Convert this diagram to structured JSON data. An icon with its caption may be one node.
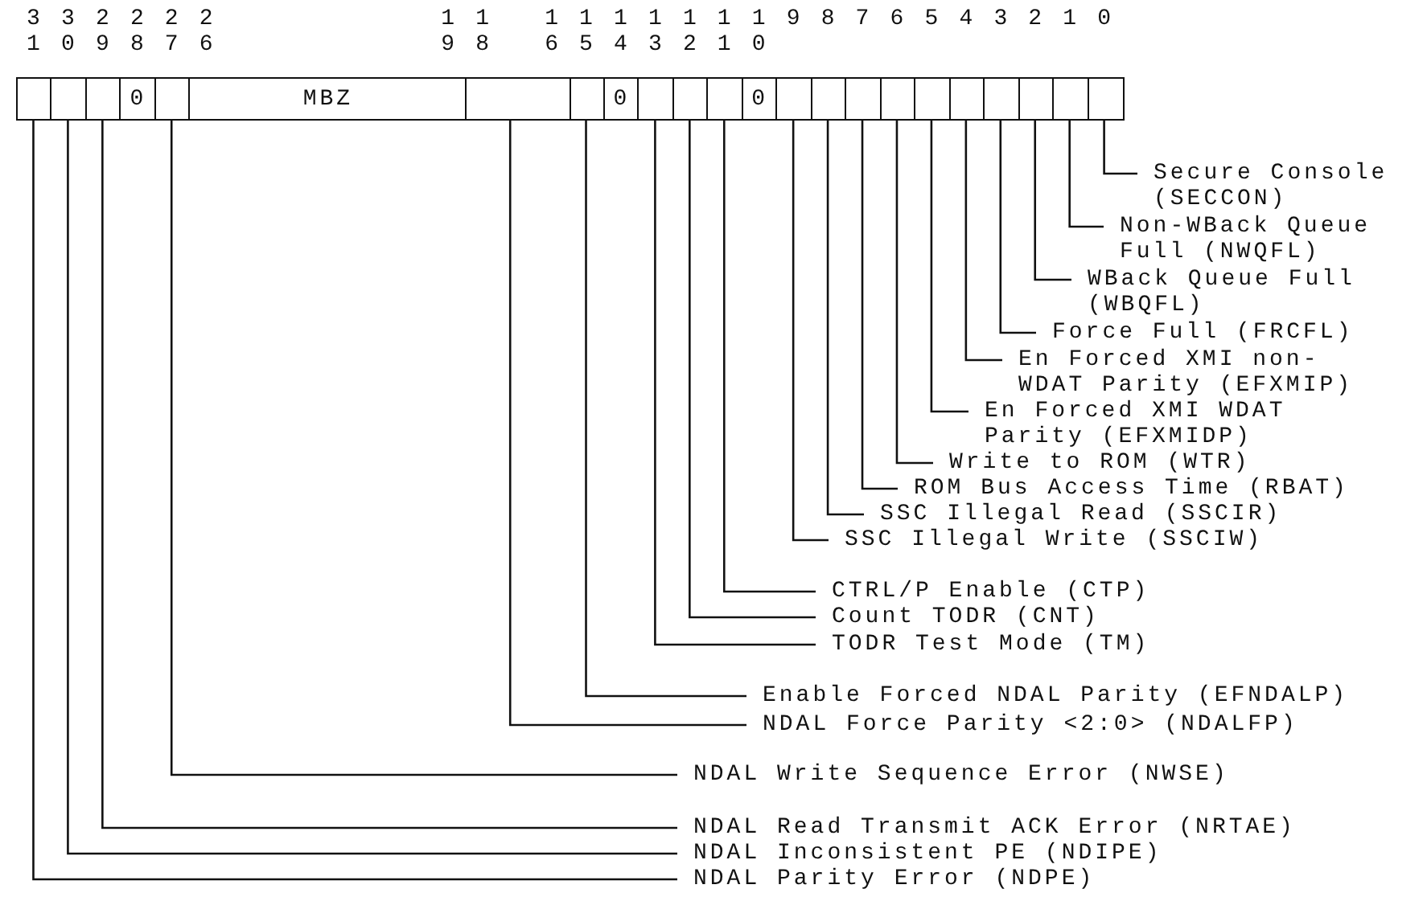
{
  "diagram": {
    "nodes": [
      {
        "text": [],
        "shape": "box"
      },
      {
        "text": [],
        "shape": "box"
      },
      {
        "text": [],
        "shape": "box"
      },
      {
        "text": [
          "0"
        ]
      },
      {
        "text": [],
        "shape": "box"
      },
      {
        "text": [
          "MBZ"
        ]
      },
      {
        "text": [],
        "shape": "box"
      },
      {
        "text": [],
        "shape": "box"
      },
      {
        "text": [
          "0"
        ]
      },
      {
        "text": [],
        "shape": "box"
      },
      {
        "text": [],
        "shape": "box"
      },
      {
        "text": [],
        "shape": "box"
      },
      {
        "text": [
          "0"
        ]
      },
      {
        "text": [],
        "shape": "box"
      },
      {
        "text": [],
        "shape": "box"
      },
      {
        "text": [],
        "shape": "box"
      },
      {
        "text": [],
        "shape": "box"
      },
      {
        "text": [],
        "shape": "box"
      },
      {
        "text": [],
        "shape": "box"
      },
      {
        "text": [],
        "shape": "box"
      },
      {
        "text": [],
        "shape": "box"
      },
      {
        "text": [],
        "shape": "box"
      },
      {
        "text": [],
        "shape": "box"
      },
      {
        "text": [
          "Secure Console (SECCON)"
        ]
      },
      {
        "text": [
          "Non-WBack Queue Full (NWQFL)"
        ]
      },
      {
        "text": [
          "WBack Queue Full (WBQFL)"
        ]
      },
      {
        "text": [
          "Force Full (FRCFL)"
        ]
      },
      {
        "text": [
          "En Forced XMI non-WDAT Parity (EFXMIP)"
        ]
      },
      {
        "text": [
          "En Forced XMI WDAT Parity (EFXMIDP)"
        ]
      },
      {
        "text": [
          "Write to ROM (WTR)"
        ]
      },
      {
        "text": [
          "ROM Bus Access Time (RBAT)"
        ]
      },
      {
        "text": [
          "SSC Illegal Read (SSCIR)"
        ]
      },
      {
        "text": [
          "SSC Illegal Write (SSCIW)"
        ]
      },
      {
        "text": [
          "CTRL/P Enable (CTP)"
        ]
      },
      {
        "text": [
          "Count TODR (CNT)"
        ]
      },
      {
        "text": [
          "TODR Test Mode (TM)"
        ]
      },
      {
        "text": [
          "Enable Forced NDAL Parity (EFNDALP)"
        ]
      },
      {
        "text": [
          "NDAL Force Parity <2:0> (NDALFP)"
        ]
      },
      {
        "text": [
          "NDAL Write Sequence Error (NWSE)"
        ]
      },
      {
        "text": [
          "NDAL Read Transmit ACK Error (NRTAE)"
        ]
      },
      {
        "text": [
          "NDAL Inconsistent PE (NDIPE)"
        ]
      },
      {
        "text": [
          "NDAL Parity Error (NDPE)"
        ]
      }
    ],
    "edges": [
      {
        "from": 22,
        "to": 23,
        "arrow": "none"
      },
      {
        "from": 21,
        "to": 24,
        "arrow": "none"
      },
      {
        "from": 20,
        "to": 25,
        "arrow": "none"
      },
      {
        "from": 19,
        "to": 26,
        "arrow": "none"
      },
      {
        "from": 18,
        "to": 27,
        "arrow": "none"
      },
      {
        "from": 17,
        "to": 28,
        "arrow": "none"
      },
      {
        "from": 16,
        "to": 29,
        "arrow": "none"
      },
      {
        "from": 15,
        "to": 30,
        "arrow": "none"
      },
      {
        "from": 14,
        "to": 31,
        "arrow": "none"
      },
      {
        "from": 13,
        "to": 32,
        "arrow": "none"
      },
      {
        "from": 11,
        "to": 33,
        "arrow": "none"
      },
      {
        "from": 10,
        "to": 34,
        "arrow": "none"
      },
      {
        "from": 9,
        "to": 35,
        "arrow": "none"
      },
      {
        "from": 7,
        "to": 36,
        "arrow": "none"
      },
      {
        "from": 6,
        "to": 37,
        "arrow": "none"
      },
      {
        "from": 4,
        "to": 38,
        "arrow": "none"
      },
      {
        "from": 2,
        "to": 39,
        "arrow": "none"
      },
      {
        "from": 1,
        "to": 40,
        "arrow": "none"
      },
      {
        "from": 0,
        "to": 41,
        "arrow": "none"
      }
    ],
    "labels": [
      "31",
      "30",
      "29",
      "28",
      "27",
      "26",
      "19",
      "18",
      "16",
      "15",
      "14",
      "13",
      "12",
      "11",
      "10",
      "9",
      "8",
      "7",
      "6",
      "5",
      "4",
      "3",
      "2",
      "1",
      "0"
    ]
  }
}
